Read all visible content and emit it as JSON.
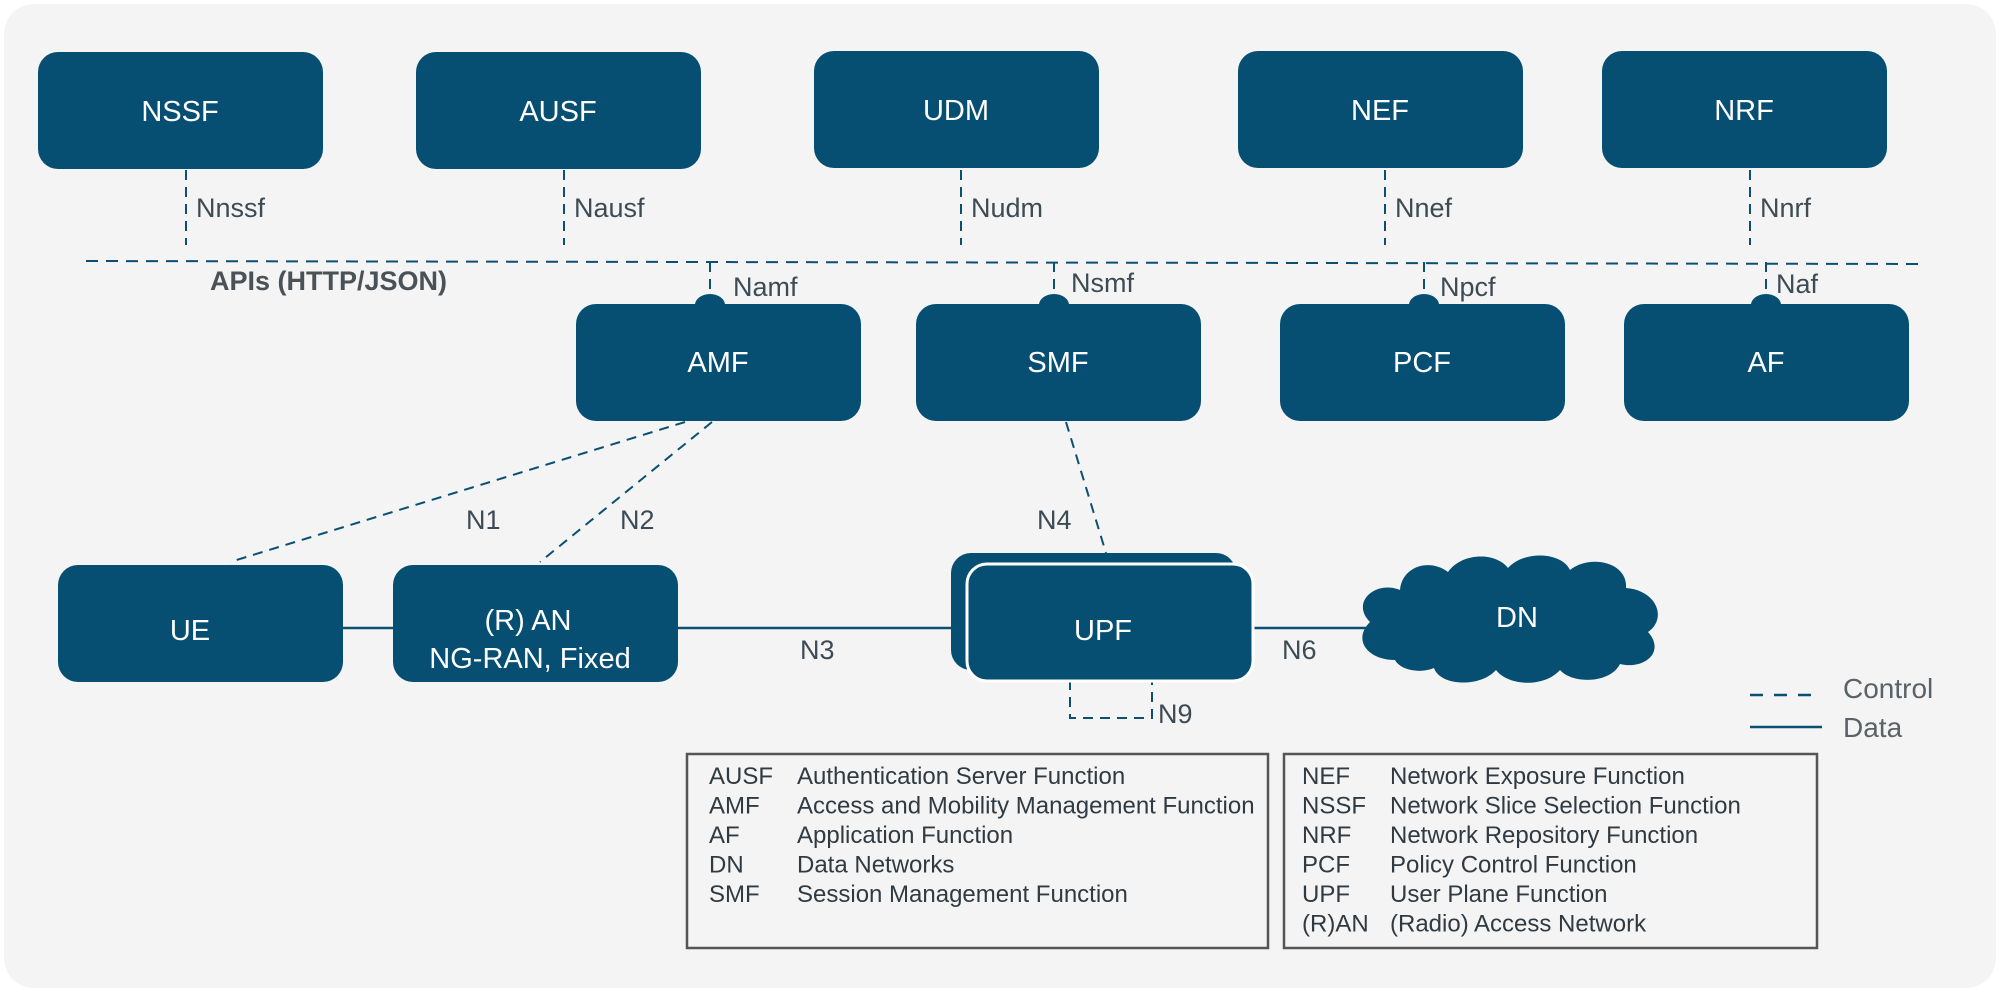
{
  "diagram": {
    "api_bus_label": "APIs (HTTP/JSON)",
    "top_functions": [
      {
        "name": "NSSF",
        "interface": "Nnssf"
      },
      {
        "name": "AUSF",
        "interface": "Nausf"
      },
      {
        "name": "UDM",
        "interface": "Nudm"
      },
      {
        "name": "NEF",
        "interface": "Nnef"
      },
      {
        "name": "NRF",
        "interface": "Nnrf"
      }
    ],
    "mid_functions": [
      {
        "name": "AMF",
        "interface": "Namf"
      },
      {
        "name": "SMF",
        "interface": "Nsmf"
      },
      {
        "name": "PCF",
        "interface": "Npcf"
      },
      {
        "name": "AF",
        "interface": "Naf"
      }
    ],
    "bottom": {
      "ue": "UE",
      "ran_line1": "(R) AN",
      "ran_line2": "NG-RAN, Fixed",
      "upf": "UPF",
      "dn": "DN"
    },
    "interfaces": {
      "n1": "N1",
      "n2": "N2",
      "n3": "N3",
      "n4": "N4",
      "n6": "N6",
      "n9": "N9"
    },
    "key": {
      "control": "Control",
      "data": "Data"
    },
    "legend_left": [
      {
        "abbr": "AUSF",
        "full": "Authentication Server Function"
      },
      {
        "abbr": "AMF",
        "full": "Access and Mobility Management Function"
      },
      {
        "abbr": "AF",
        "full": "Application Function"
      },
      {
        "abbr": "DN",
        "full": "Data Networks"
      },
      {
        "abbr": "SMF",
        "full": "Session Management Function"
      }
    ],
    "legend_right": [
      {
        "abbr": "NEF",
        "full": "Network Exposure Function"
      },
      {
        "abbr": "NSSF",
        "full": "Network Slice Selection Function"
      },
      {
        "abbr": "NRF",
        "full": "Network Repository Function"
      },
      {
        "abbr": "PCF",
        "full": "Policy Control Function"
      },
      {
        "abbr": "UPF",
        "full": "User Plane Function"
      },
      {
        "abbr": "(R)AN",
        "full": "(Radio) Access Network"
      }
    ]
  },
  "colors": {
    "node_fill": "#064f73",
    "line": "#0b4f73",
    "panel": "#f4f4f4"
  }
}
